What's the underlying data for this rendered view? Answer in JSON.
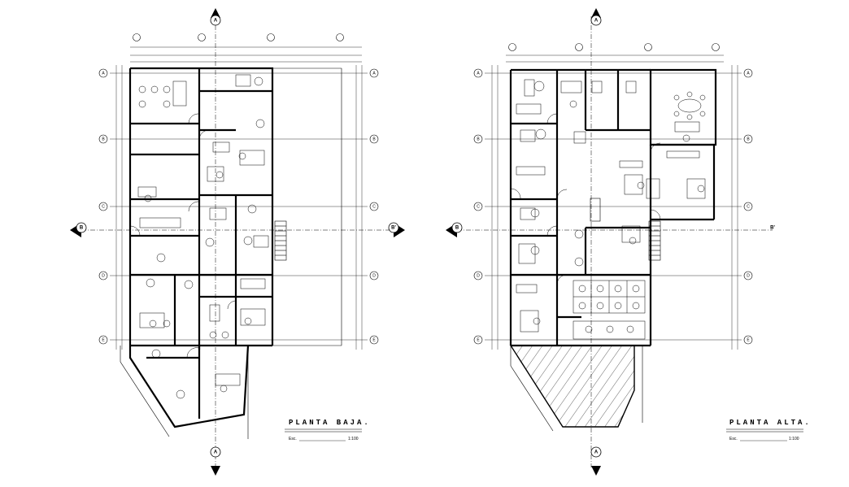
{
  "plans": [
    {
      "id": "planta-baja",
      "title": "PLANTA BAJA.",
      "scale_prefix": "Esc.",
      "scale_value": "1:100",
      "grid_rows": [
        "A",
        "B",
        "C",
        "D",
        "E"
      ],
      "section_labels": [
        "B",
        "B'"
      ],
      "axis_label": "A"
    },
    {
      "id": "planta-alta",
      "title": "PLANTA ALTA.",
      "scale_prefix": "Esc.",
      "scale_value": "1:100",
      "grid_rows": [
        "A",
        "B",
        "C",
        "D",
        "E"
      ],
      "section_labels": [
        "B",
        "B'"
      ],
      "axis_label": "A"
    }
  ]
}
